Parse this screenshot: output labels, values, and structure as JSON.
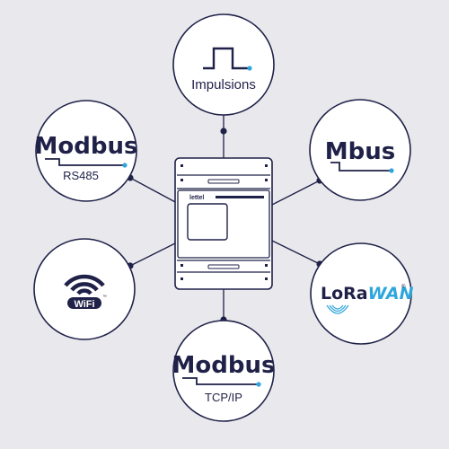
{
  "colors": {
    "background": "#e9e9ed",
    "ink": "#1f2148",
    "accent": "#2ea6dc",
    "node_fill": "#ffffff"
  },
  "device": {
    "brand": "lettel"
  },
  "nodes": [
    {
      "id": "impulsions",
      "icon": "pulse-icon",
      "label": "Impulsions"
    },
    {
      "id": "mbus",
      "label": "Mbus"
    },
    {
      "id": "lorawan",
      "label_lora": "LoRa",
      "label_wan": "WAN",
      "mark": "®"
    },
    {
      "id": "modbus-tcp",
      "label": "Modbus",
      "sub": "TCP/IP"
    },
    {
      "id": "wifi",
      "icon": "wifi-icon",
      "label": "WiFi",
      "mark": "™"
    },
    {
      "id": "modbus-rs485",
      "label": "Modbus",
      "sub": "RS485"
    }
  ]
}
